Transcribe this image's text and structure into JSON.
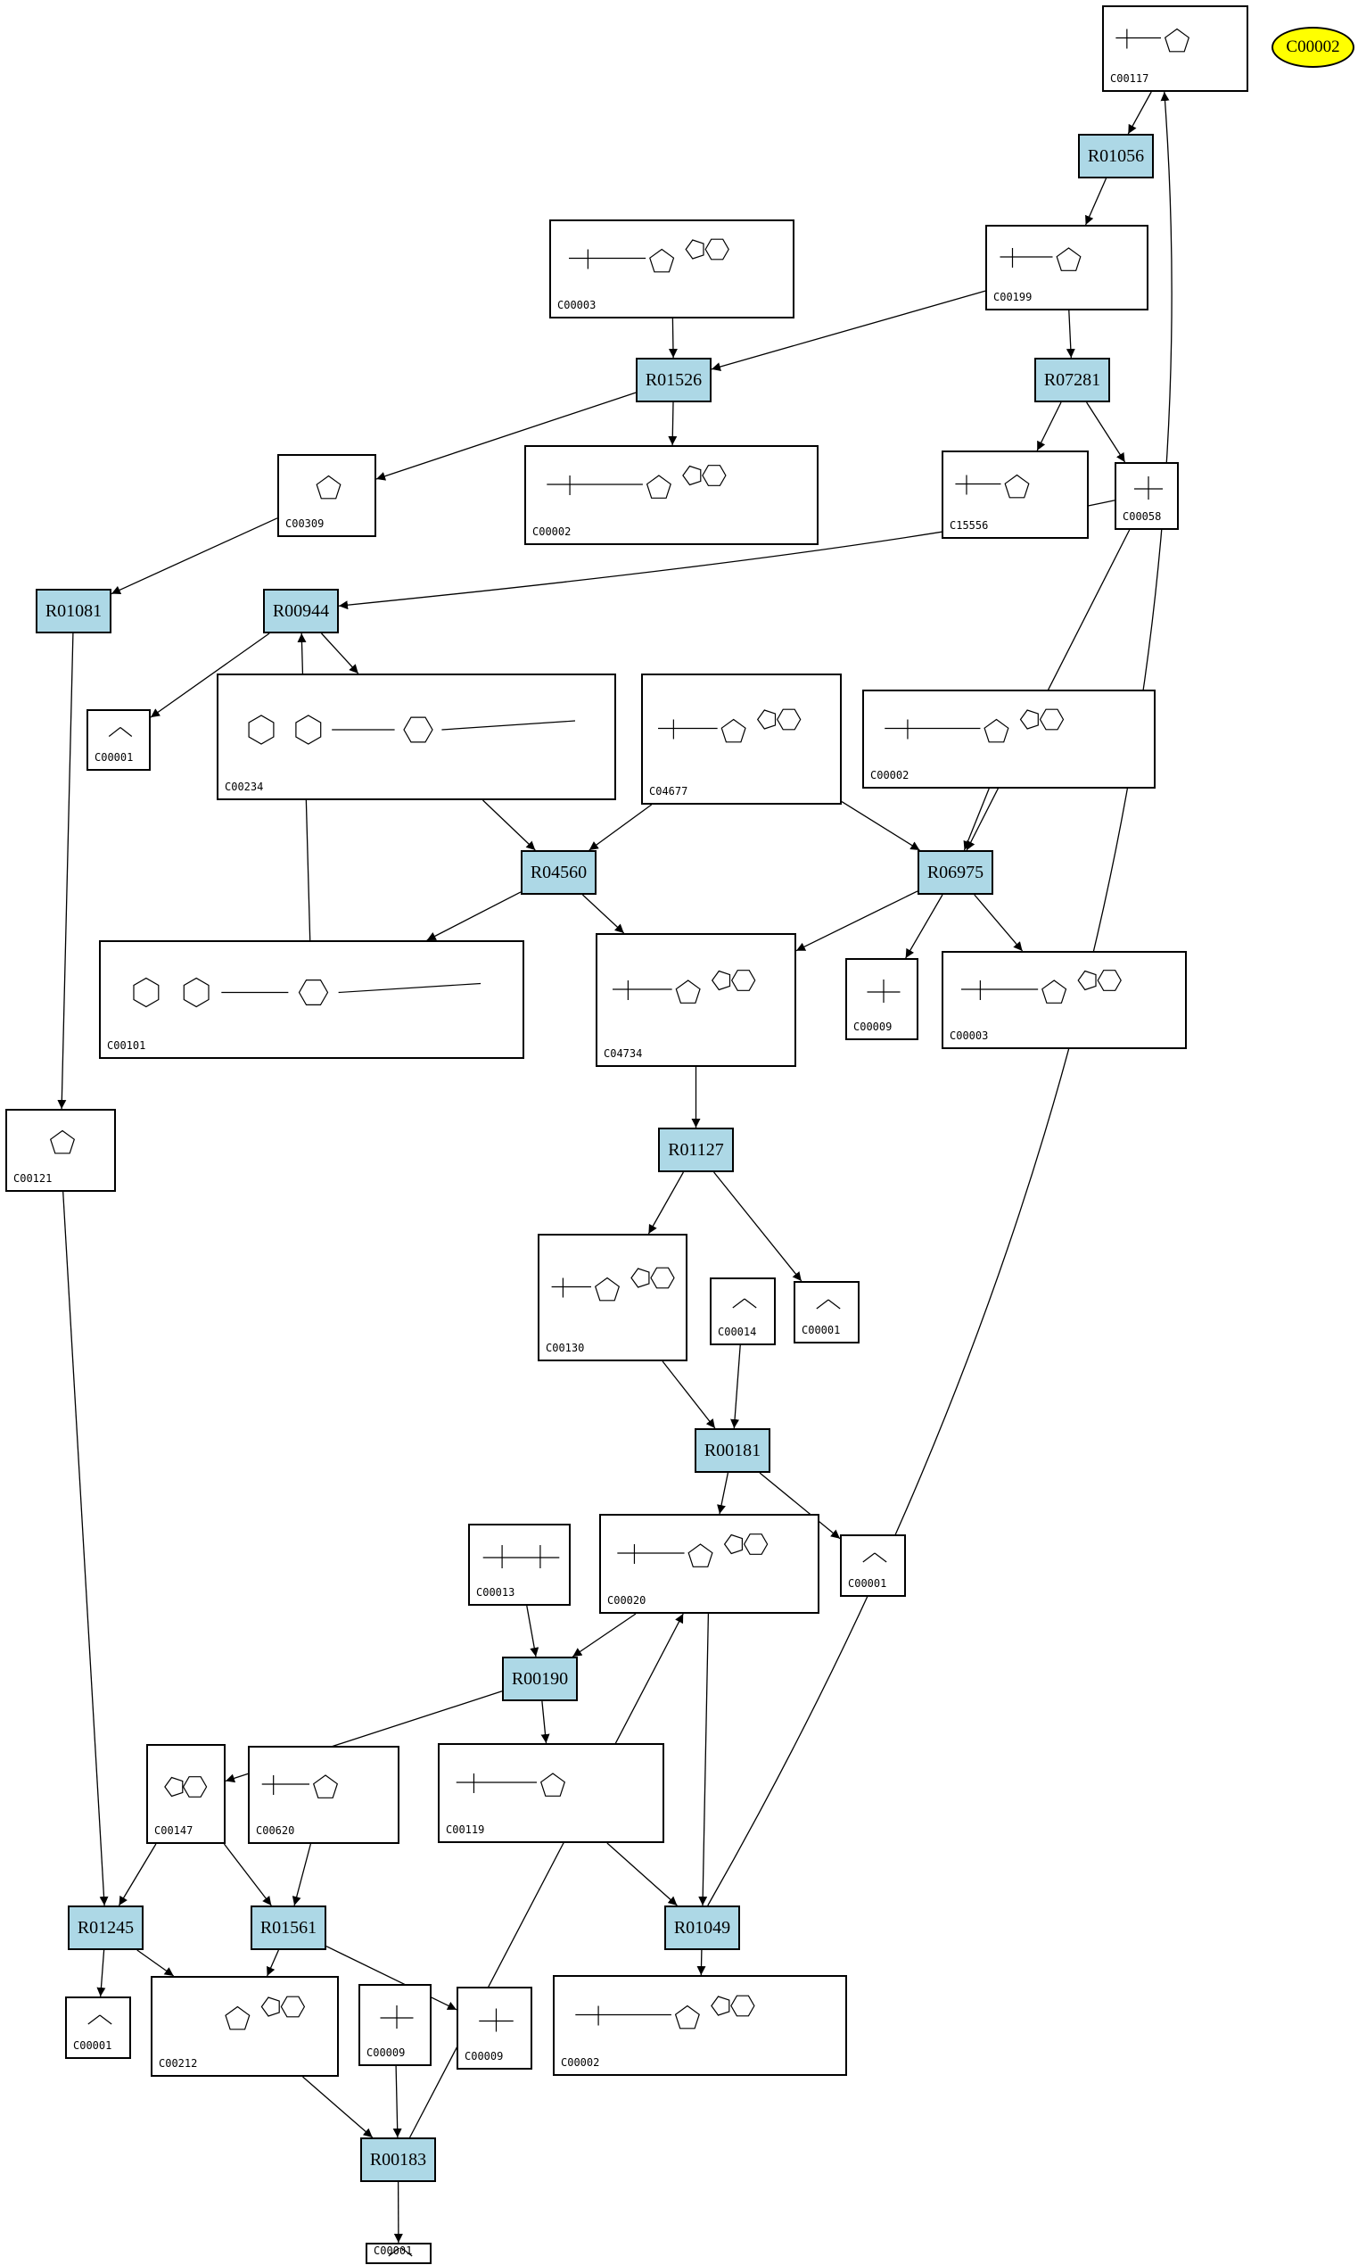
{
  "legend": {
    "label": "C00002",
    "color": "#ffff00"
  },
  "reaction_color": "#add8e6",
  "compounds": [
    {
      "id": "c00117",
      "label": "C00117",
      "icon": "ribose-5-phosphate-structure"
    },
    {
      "id": "c00003a",
      "label": "C00003",
      "icon": "nad-structure"
    },
    {
      "id": "c00199",
      "label": "C00199",
      "icon": "ribulose-5-phosphate-structure"
    },
    {
      "id": "c00309",
      "label": "C00309",
      "icon": "ribulose-structure"
    },
    {
      "id": "c00002a",
      "label": "C00002",
      "icon": "atp-structure"
    },
    {
      "id": "c15556",
      "label": "C15556",
      "icon": "hydroxy-oxobutyl-phosphate-structure"
    },
    {
      "id": "c00058",
      "label": "C00058",
      "icon": "formate-structure"
    },
    {
      "id": "c00001a",
      "label": "C00001",
      "icon": "water-structure"
    },
    {
      "id": "c00234",
      "label": "C00234",
      "icon": "formyl-thf-structure"
    },
    {
      "id": "c04677",
      "label": "C04677",
      "icon": "aicar-structure"
    },
    {
      "id": "c00002b",
      "label": "C00002",
      "icon": "atp-structure"
    },
    {
      "id": "c00101",
      "label": "C00101",
      "icon": "thf-structure"
    },
    {
      "id": "c04734",
      "label": "C04734",
      "icon": "faicar-structure"
    },
    {
      "id": "c00009a",
      "label": "C00009",
      "icon": "phosphate-structure"
    },
    {
      "id": "c00003b",
      "label": "C00003",
      "icon": "nad-structure"
    },
    {
      "id": "c00121",
      "label": "C00121",
      "icon": "ribose-structure"
    },
    {
      "id": "c00130",
      "label": "C00130",
      "icon": "imp-structure"
    },
    {
      "id": "c00014",
      "label": "C00014",
      "icon": "ammonia-structure"
    },
    {
      "id": "c00001b",
      "label": "C00001",
      "icon": "water-structure"
    },
    {
      "id": "c00001c",
      "label": "C00001",
      "icon": "water-structure"
    },
    {
      "id": "c00013",
      "label": "C00013",
      "icon": "pyrophosphate-structure"
    },
    {
      "id": "c00020",
      "label": "C00020",
      "icon": "amp-structure"
    },
    {
      "id": "c00147",
      "label": "C00147",
      "icon": "adenine-structure"
    },
    {
      "id": "c00620",
      "label": "C00620",
      "icon": "ribose-1-phosphate-structure"
    },
    {
      "id": "c00119",
      "label": "C00119",
      "icon": "prpp-structure"
    },
    {
      "id": "c00001d",
      "label": "C00001",
      "icon": "water-structure"
    },
    {
      "id": "c00212",
      "label": "C00212",
      "icon": "adenosine-structure"
    },
    {
      "id": "c00009b",
      "label": "C00009",
      "icon": "phosphate-structure"
    },
    {
      "id": "c00009c",
      "label": "C00009",
      "icon": "phosphate-structure"
    },
    {
      "id": "c00002c",
      "label": "C00002",
      "icon": "atp-structure"
    },
    {
      "id": "c00001e",
      "label": "C00001",
      "icon": "water-structure"
    }
  ],
  "reactions": [
    {
      "id": "r01056",
      "label": "R01056"
    },
    {
      "id": "r01526",
      "label": "R01526"
    },
    {
      "id": "r07281",
      "label": "R07281"
    },
    {
      "id": "r01081",
      "label": "R01081"
    },
    {
      "id": "r00944",
      "label": "R00944"
    },
    {
      "id": "r04560",
      "label": "R04560"
    },
    {
      "id": "r06975",
      "label": "R06975"
    },
    {
      "id": "r01127",
      "label": "R01127"
    },
    {
      "id": "r00181",
      "label": "R00181"
    },
    {
      "id": "r00190",
      "label": "R00190"
    },
    {
      "id": "r01245",
      "label": "R01245"
    },
    {
      "id": "r01561",
      "label": "R01561"
    },
    {
      "id": "r01049",
      "label": "R01049"
    },
    {
      "id": "r00183",
      "label": "R00183"
    }
  ],
  "edges": [
    [
      "c00117",
      "r01056"
    ],
    [
      "r01056",
      "c00199"
    ],
    [
      "c00003a",
      "r01526"
    ],
    [
      "c00199",
      "r01526"
    ],
    [
      "r01526",
      "c00309"
    ],
    [
      "r01526",
      "c00002a"
    ],
    [
      "c00199",
      "r07281"
    ],
    [
      "r07281",
      "c15556"
    ],
    [
      "r07281",
      "c00058"
    ],
    [
      "c00309",
      "r01081"
    ],
    [
      "c00058",
      "r00944"
    ],
    [
      "c00058",
      "r06975"
    ],
    [
      "r00944",
      "c00001a"
    ],
    [
      "r00944",
      "c00234"
    ],
    [
      "c00234",
      "r04560"
    ],
    [
      "c04677",
      "r04560"
    ],
    [
      "c04677",
      "r06975"
    ],
    [
      "c00002b",
      "r06975"
    ],
    [
      "r04560",
      "c00101"
    ],
    [
      "r04560",
      "c04734"
    ],
    [
      "c00101",
      "r00944"
    ],
    [
      "r06975",
      "c04734"
    ],
    [
      "r06975",
      "c00009a"
    ],
    [
      "r06975",
      "c00003b"
    ],
    [
      "r01081",
      "c00121"
    ],
    [
      "c04734",
      "r01127"
    ],
    [
      "r01127",
      "c00130"
    ],
    [
      "r01127",
      "c00001b"
    ],
    [
      "c00130",
      "r00181"
    ],
    [
      "c00014",
      "r00181"
    ],
    [
      "r00181",
      "c00020"
    ],
    [
      "r00181",
      "c00001c"
    ],
    [
      "c00013",
      "r00190"
    ],
    [
      "c00020",
      "r00190"
    ],
    [
      "c00020",
      "r01049"
    ],
    [
      "r00190",
      "c00147"
    ],
    [
      "r00190",
      "c00119"
    ],
    [
      "c00121",
      "r01245"
    ],
    [
      "c00147",
      "r01245"
    ],
    [
      "c00147",
      "r01561"
    ],
    [
      "c00620",
      "r01561"
    ],
    [
      "c00119",
      "r01049"
    ],
    [
      "r01245",
      "c00001d"
    ],
    [
      "r01245",
      "c00212"
    ],
    [
      "r01561",
      "c00212"
    ],
    [
      "r01561",
      "c00009c"
    ],
    [
      "r01049",
      "c00002c"
    ],
    [
      "r01049",
      "c00117"
    ],
    [
      "c00212",
      "r00183"
    ],
    [
      "c00009b",
      "r00183"
    ],
    [
      "r00183",
      "c00001e"
    ],
    [
      "r00183",
      "c00020"
    ]
  ]
}
